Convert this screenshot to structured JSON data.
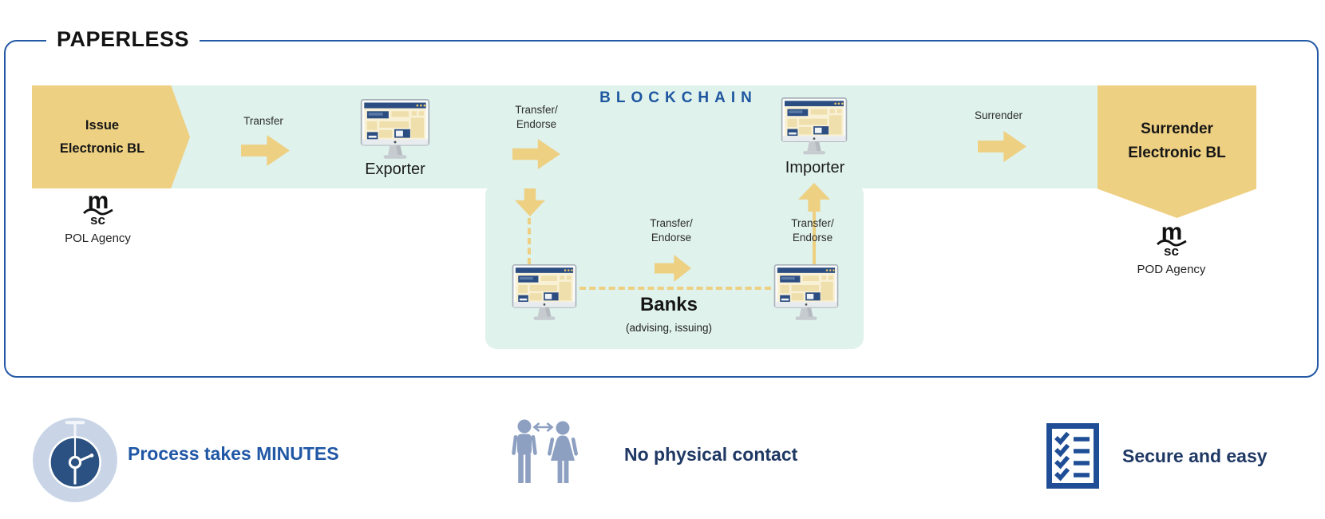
{
  "title": "PAPERLESS",
  "band": {
    "blockchain": "BLOCKCHAIN"
  },
  "nodes": {
    "issue": {
      "line1": "Issue",
      "line2": "Electronic BL"
    },
    "surrender": {
      "line1": "Surrender",
      "line2": "Electronic BL"
    },
    "exporter": "Exporter",
    "importer": "Importer",
    "banks": {
      "title": "Banks",
      "subtitle": "(advising, issuing)"
    }
  },
  "msc_logo": {
    "m": "m",
    "sc": "sc"
  },
  "agencies": {
    "pol": "POL Agency",
    "pod": "POD Agency"
  },
  "flow_labels": {
    "transfer": "Transfer",
    "transfer_endorse": {
      "line1": "Transfer/",
      "line2": "Endorse"
    },
    "surrender": "Surrender"
  },
  "benefits": [
    {
      "icon": "stopwatch-icon",
      "label": "Process takes MINUTES"
    },
    {
      "icon": "social-distance-icon",
      "label": "No physical contact"
    },
    {
      "icon": "checklist-icon",
      "label": "Secure and easy"
    }
  ],
  "colors": {
    "gold": "#eed083",
    "mint": "#dff2ec",
    "border_blue": "#2359a4",
    "blockchain_blue": "#1e56a0",
    "benefit_blue": "#2158a6",
    "benefit_navy": "#1f3864"
  }
}
